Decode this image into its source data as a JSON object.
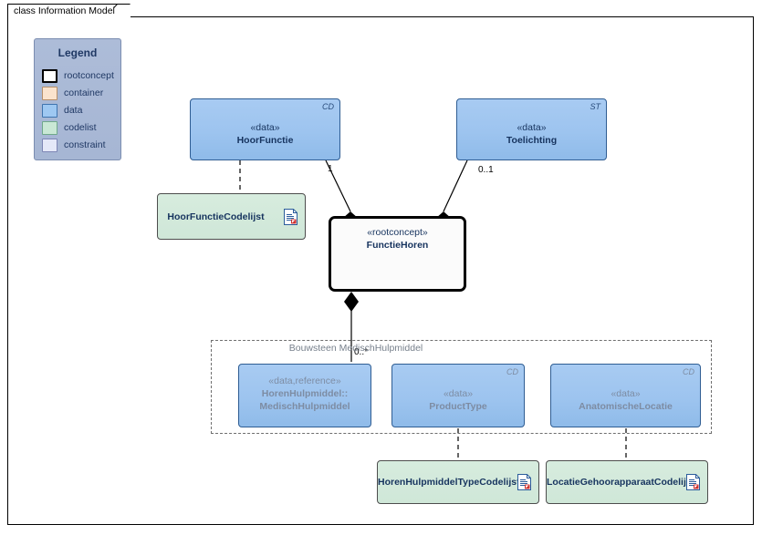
{
  "diagram": {
    "tab_label": "class Information Model"
  },
  "legend": {
    "title": "Legend",
    "items": [
      {
        "label": "rootconcept",
        "swatch": "rootconcept",
        "color": "#ffffff"
      },
      {
        "label": "container",
        "swatch": "container",
        "color": "#fae3cd"
      },
      {
        "label": "data",
        "swatch": "data",
        "color": "#9ec8f2"
      },
      {
        "label": "codelist",
        "swatch": "codelist",
        "color": "#c9e8d5"
      },
      {
        "label": "constraint",
        "swatch": "constraint",
        "color": "#e4e8f8"
      }
    ]
  },
  "classes": {
    "hoorfunctie": {
      "stereotype": "«data»",
      "name": "HoorFunctie",
      "corner_tag": "CD",
      "kind": "data"
    },
    "toelichting": {
      "stereotype": "«data»",
      "name": "Toelichting",
      "corner_tag": "ST",
      "kind": "data"
    },
    "functiehoren": {
      "stereotype": "«rootconcept»",
      "name": "FunctieHoren",
      "corner_tag": "",
      "kind": "rootconcept"
    },
    "medischhulpmiddel": {
      "stereotype": "«data,reference»",
      "name_line1": "HorenHulpmiddel::",
      "name_line2": "MedischHulpmiddel",
      "corner_tag": "",
      "kind": "data"
    },
    "producttype": {
      "stereotype": "«data»",
      "name": "ProductType",
      "corner_tag": "CD",
      "kind": "data"
    },
    "anatomischelocatie": {
      "stereotype": "«data»",
      "name": "AnatomischeLocatie",
      "corner_tag": "CD",
      "kind": "data"
    }
  },
  "codelists": {
    "hoorfunctie_codelijst": {
      "name": "HoorFunctieCodelijst",
      "icon": "document-icon"
    },
    "horenhulpmiddeltype_codelijst": {
      "name": "HorenHulpmiddelTypeCodelijst",
      "icon": "document-icon"
    },
    "locatiegehoorapparaat_codelijst": {
      "name": "LocatieGehoorapparaatCodelijst",
      "icon": "document-icon"
    }
  },
  "group_frame": {
    "title": "Bouwsteen MedischHulpmiddel"
  },
  "connectors": {
    "hoorfunctie_multiplicity": "1",
    "toelichting_multiplicity": "0..1",
    "medischhulpmiddel_multiplicity": "0..*"
  },
  "colors": {
    "data_fill": "#9dc4ef",
    "data_border": "#2f5d93",
    "codelist_fill": "#cfe7d8",
    "rootconcept_fill": "#fbfbfb",
    "legend_fill": "#a8b8d5",
    "text_navy": "#16335e",
    "muted_text": "#7d8ca3"
  }
}
